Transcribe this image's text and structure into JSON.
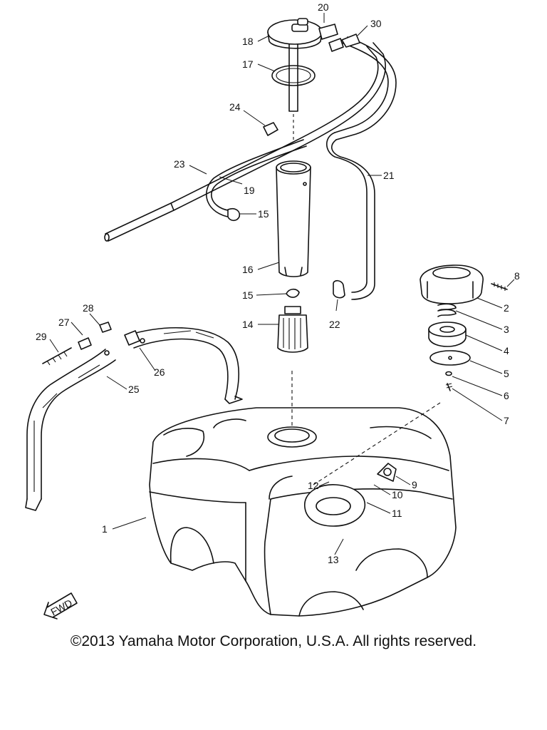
{
  "callouts": [
    {
      "id": "p1",
      "label": "1"
    },
    {
      "id": "p2",
      "label": "2"
    },
    {
      "id": "p3",
      "label": "3"
    },
    {
      "id": "p4",
      "label": "4"
    },
    {
      "id": "p5",
      "label": "5"
    },
    {
      "id": "p6",
      "label": "6"
    },
    {
      "id": "p7",
      "label": "7"
    },
    {
      "id": "p8",
      "label": "8"
    },
    {
      "id": "p9",
      "label": "9"
    },
    {
      "id": "p10",
      "label": "10"
    },
    {
      "id": "p11",
      "label": "11"
    },
    {
      "id": "p12",
      "label": "12"
    },
    {
      "id": "p13",
      "label": "13"
    },
    {
      "id": "p14",
      "label": "14"
    },
    {
      "id": "p15a",
      "label": "15"
    },
    {
      "id": "p15b",
      "label": "15"
    },
    {
      "id": "p16",
      "label": "16"
    },
    {
      "id": "p17",
      "label": "17"
    },
    {
      "id": "p18",
      "label": "18"
    },
    {
      "id": "p19",
      "label": "19"
    },
    {
      "id": "p20",
      "label": "20"
    },
    {
      "id": "p21",
      "label": "21"
    },
    {
      "id": "p22",
      "label": "22"
    },
    {
      "id": "p23",
      "label": "23"
    },
    {
      "id": "p24",
      "label": "24"
    },
    {
      "id": "p25",
      "label": "25"
    },
    {
      "id": "p26",
      "label": "26"
    },
    {
      "id": "p27",
      "label": "27"
    },
    {
      "id": "p28",
      "label": "28"
    },
    {
      "id": "p29",
      "label": "29"
    },
    {
      "id": "p30",
      "label": "30"
    }
  ],
  "fwd_label": "FWD",
  "copyright": "©2013 Yamaha Motor Corporation, U.S.A. All rights reserved."
}
